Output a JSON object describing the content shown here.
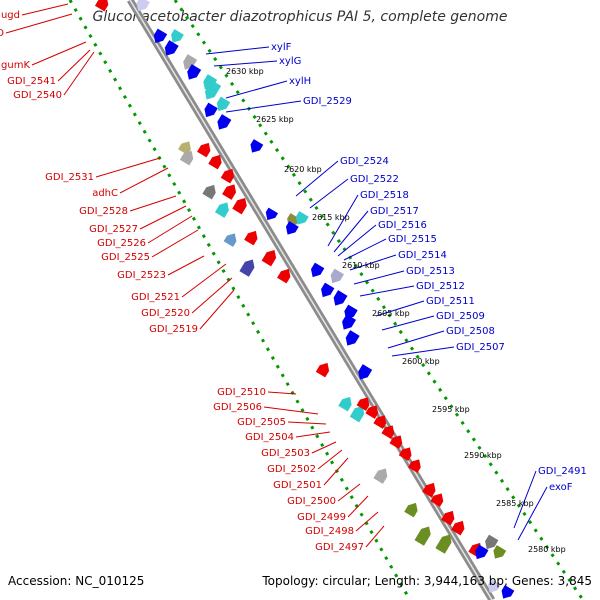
{
  "title": "Gluconacetobacter diazotrophicus PAI 5, complete genome",
  "footer": {
    "accession_label": "Accession: NC_010125",
    "summary_label": "Topology: circular; Length: 3,944,163 bp; Genes: 3,845"
  },
  "scale_labels": [
    "2630 kbp",
    "2625 kbp",
    "2620 kbp",
    "2615 kbp",
    "2610 kbp",
    "2605 kbp",
    "2600 kbp",
    "2595 kbp",
    "2590 kbp",
    "2585 kbp",
    "2580 kbp"
  ],
  "left_genes": [
    "ugd",
    "exoO",
    "gumK",
    "GDI_2541",
    "GDI_2540",
    "GDI_2531",
    "adhC",
    "GDI_2528",
    "GDI_2527",
    "GDI_2526",
    "GDI_2525",
    "GDI_2523",
    "GDI_2521",
    "GDI_2520",
    "GDI_2519",
    "GDI_2510",
    "GDI_2506",
    "GDI_2505",
    "GDI_2504",
    "GDI_2503",
    "GDI_2502",
    "GDI_2501",
    "GDI_2500",
    "GDI_2499",
    "GDI_2498",
    "GDI_2497"
  ],
  "right_genes": [
    "xylF",
    "xylG",
    "xylH",
    "GDI_2529",
    "GDI_2524",
    "GDI_2522",
    "GDI_2518",
    "GDI_2517",
    "GDI_2516",
    "GDI_2515",
    "GDI_2514",
    "GDI_2513",
    "GDI_2512",
    "GDI_2511",
    "GDI_2509",
    "GDI_2508",
    "GDI_2507",
    "GDI_2491",
    "exoF"
  ],
  "colors": {
    "left_label": "#d40000",
    "right_label": "#0000cc",
    "backbone": "#8c8c8c",
    "forward_gene": "#0000ee",
    "reverse_gene": "#ee0000",
    "scale_dots": "#009900",
    "rna_cyan": "#33cccc",
    "olive": "#6b8e23",
    "grey_block": "#aaaaaa"
  }
}
